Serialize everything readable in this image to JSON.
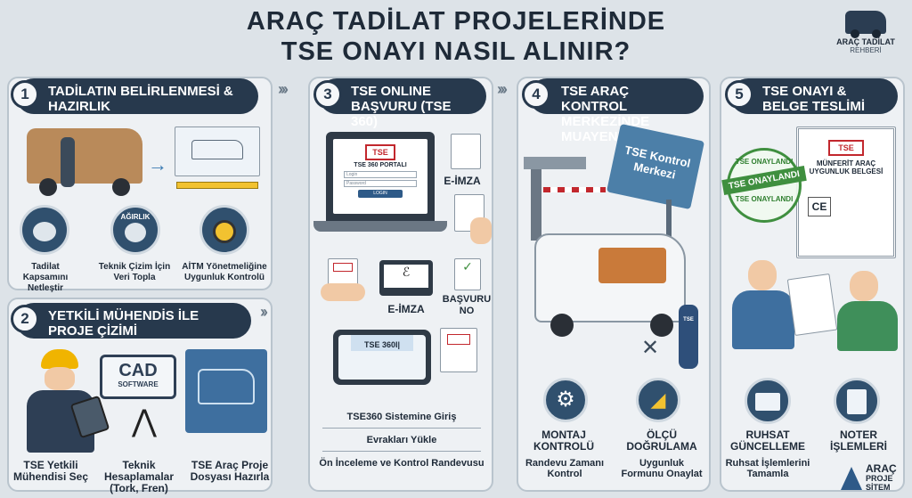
{
  "header": {
    "title_line1": "ARAÇ TADİLAT PROJELERİNDE",
    "title_line2": "TSE ONAYI NASIL ALINIR?",
    "logo_top_line1": "ARAÇ TADİLAT",
    "logo_top_line2": "REHBERİ"
  },
  "steps": [
    {
      "num": "1",
      "title": "TADİLATIN BELİRLENMESİ & HAZIRLIK",
      "items": [
        {
          "label": "Tadilat Kapsamını Netleştir",
          "icon": "scale-icon"
        },
        {
          "label": "Teknik Çizim İçin Veri Topla",
          "icon": "weight-scale-icon",
          "icon_text": "AĞIRLIK"
        },
        {
          "label": "AİTM Yönetmeliğine Uygunluk Kontrolü",
          "icon": "tape-measure-icon"
        }
      ]
    },
    {
      "num": "2",
      "title": "YETKİLİ MÜHENDİS İLE PROJE ÇİZİMİ",
      "cad_line1": "CAD",
      "cad_line2": "SOFTWARE",
      "items": [
        {
          "label": "TSE Yetkili Mühendisi Seç"
        },
        {
          "label": "Teknik Hesaplamalar (Tork, Fren)"
        },
        {
          "label": "TSE Araç Proje Dosyası Hazırla"
        }
      ]
    },
    {
      "num": "3",
      "title": "TSE ONLINE BAŞVURU (TSE 360)",
      "portal_logo": "TSE",
      "portal_title": "TSE 360 PORTALI",
      "portal_field1": "Login",
      "portal_field2": "Password",
      "portal_button": "LOGIN",
      "eimza1": "E-İMZA",
      "eimza2": "E-İMZA",
      "basvuru_no": "BAŞVURU NO",
      "tablet_text": "TSE 360I|",
      "items": [
        {
          "label": "TSE360 Sistemine Giriş"
        },
        {
          "label": "Evrakları Yükle"
        },
        {
          "label": "Ön İnceleme ve Kontrol Randevusu"
        }
      ]
    },
    {
      "num": "4",
      "title": "TSE ARAÇ KONTROL MERKEZİNDE MUAYENE",
      "sign_text": "TSE Kontrol Merkezi",
      "worker_badge": "TSE",
      "items": [
        {
          "title": "MONTAJ KONTROLÜ",
          "label": "Randevu Zamanı Kontrol"
        },
        {
          "title": "ÖLÇÜ DOĞRULAMA",
          "label": "Uygunluk Formunu Onaylat"
        }
      ]
    },
    {
      "num": "5",
      "title": "TSE ONAYI & BELGE TESLİMİ",
      "stamp_top": "TSE ONAYLANDI",
      "stamp_mid": "TSE ONAYLANDI",
      "stamp_bottom": "TSE ONAYLANDI",
      "cert_logo": "TSE",
      "cert_title": "MÜNFERİT ARAÇ UYGUNLUK BELGESİ",
      "cert_ce": "CE",
      "items": [
        {
          "title": "RUHSAT GÜNCELLEME",
          "label": "Ruhsat İşlemlerini Tamamla"
        },
        {
          "title": "NOTER İŞLEMLERİ",
          "label": ""
        }
      ]
    }
  ],
  "footer_logo": {
    "line1": "ARAÇ",
    "line2": "PROJE",
    "line3": "SİTEM"
  },
  "colors": {
    "navy": "#27394d",
    "tse_red": "#c2272d",
    "approve_green": "#3f8f3f",
    "background": "#dde3e8"
  }
}
